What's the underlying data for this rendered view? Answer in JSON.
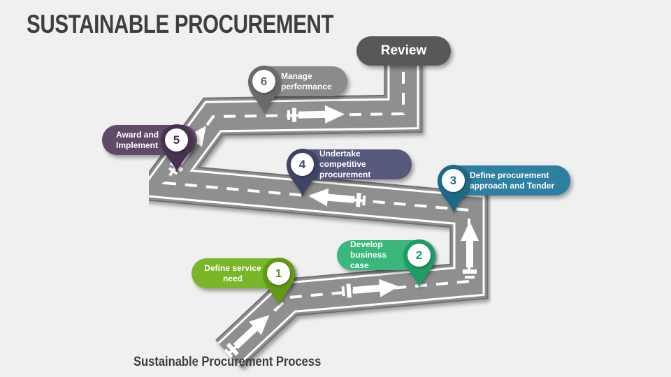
{
  "slide": {
    "title": "SUSTAINABLE PROCUREMENT",
    "caption": "Sustainable Procurement Process",
    "background": "#f0f0f1",
    "text_color": "#3e3e3e"
  },
  "review": {
    "label": "Review",
    "color": "#58585a"
  },
  "road": {
    "body": "#8f8f8f",
    "edge": "#6f6f6f",
    "stripe": "#ffffff"
  },
  "steps": [
    {
      "number": "1",
      "label": "Define service need",
      "lines": [
        "Define service",
        "need"
      ],
      "pill_color": "#7ab629",
      "pin_color": "#629a17"
    },
    {
      "number": "2",
      "label": "Develop business case",
      "lines": [
        "Develop",
        "business case"
      ],
      "pill_color": "#3ab77c",
      "pin_color": "#1e9e63"
    },
    {
      "number": "3",
      "label": "Define procurement approach and Tender",
      "lines": [
        "Define procurement",
        "approach and Tender"
      ],
      "pill_color": "#2d80a0",
      "pin_color": "#1d6a88"
    },
    {
      "number": "4",
      "label": "Undertake competitive procurement",
      "lines": [
        "Undertake competitive",
        "procurement"
      ],
      "pill_color": "#56597c",
      "pin_color": "#404365"
    },
    {
      "number": "5",
      "label": "Award and Implement",
      "lines": [
        "Award and",
        "Implement"
      ],
      "pill_color": "#5f4a68",
      "pin_color": "#48324f"
    },
    {
      "number": "6",
      "label": "Manage performance",
      "lines": [
        "Manage",
        "performance"
      ],
      "pill_color": "#8b8b8b",
      "pin_color": "#6a6a6a"
    }
  ]
}
